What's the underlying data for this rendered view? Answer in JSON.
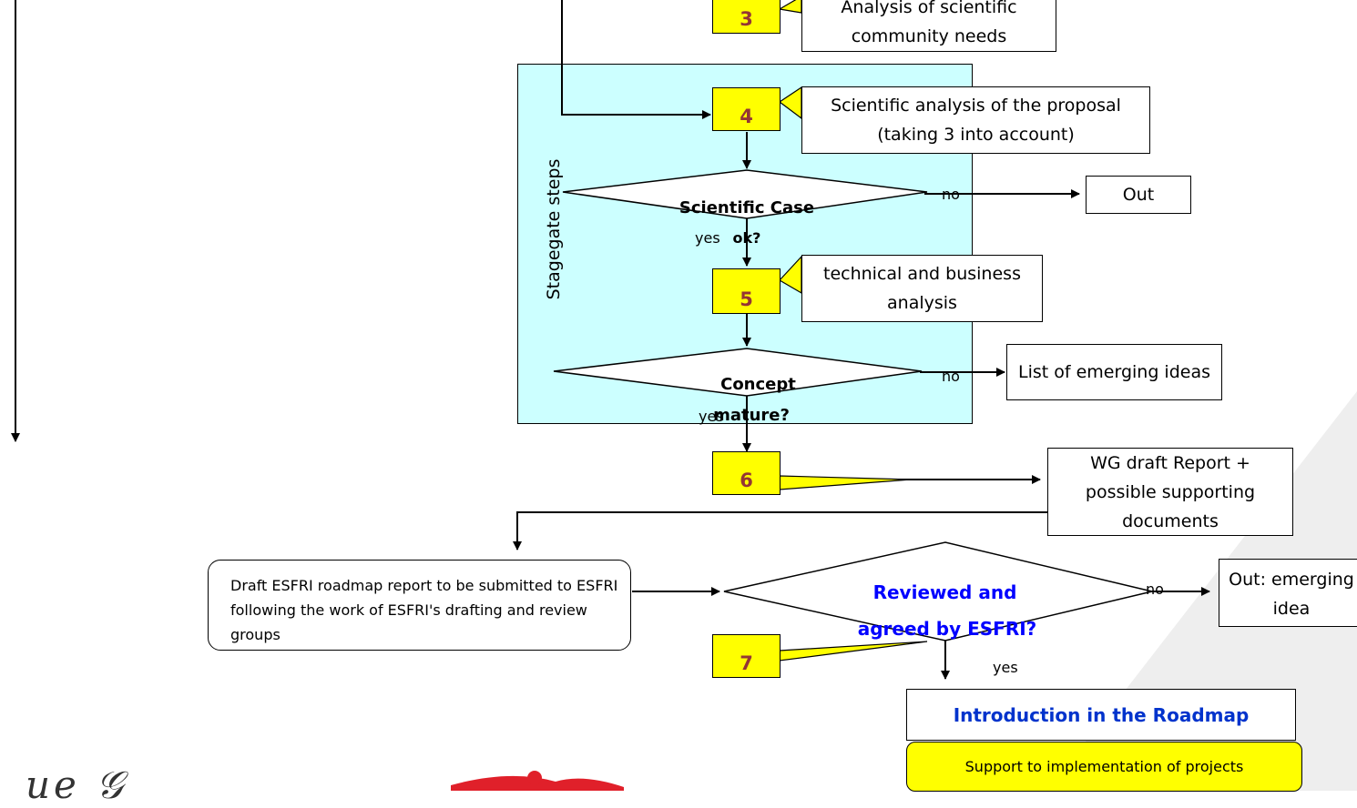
{
  "flowchart": {
    "step_numbers": [
      "3",
      "4",
      "5",
      "6",
      "7"
    ],
    "box_community_needs": "Analysis of scientific community needs",
    "box_scientific_analysis": "Scientific analysis of the proposal (taking 3 into account)",
    "stagegate_label": "Stagegate steps",
    "decision_scientific_case_line1": "Scientific Case",
    "decision_scientific_case_line2": "ok?",
    "label_yes_1": "yes",
    "label_no_1": "no",
    "box_out_1": "Out",
    "box_technical": "technical and business analysis",
    "decision_concept_line1": "Concept",
    "decision_concept_line2": "mature?",
    "label_yes_2": "yes",
    "label_no_2": "no",
    "box_emerging_list": "List of emerging ideas",
    "box_wg_report": "WG draft Report + possible supporting documents",
    "box_draft_esfri": "Draft ESFRI roadmap report to be submitted to ESFRI following the work of ESFRI's drafting and review groups",
    "decision_reviewed_line1": "Reviewed and",
    "decision_reviewed_line2": "agreed by ESFRI?",
    "label_no_3": "no",
    "label_yes_3": "yes",
    "box_out_emerging": "Out: emerging idea",
    "box_introduction": "Introduction in the Roadmap",
    "box_support": "Support to implementation of projects"
  },
  "colors": {
    "stagegate_fill": "#ccffff",
    "number_fill": "#ffff00",
    "number_text": "#943634",
    "decision_text_blue": "#0000ff",
    "support_fill": "#ffff00"
  }
}
